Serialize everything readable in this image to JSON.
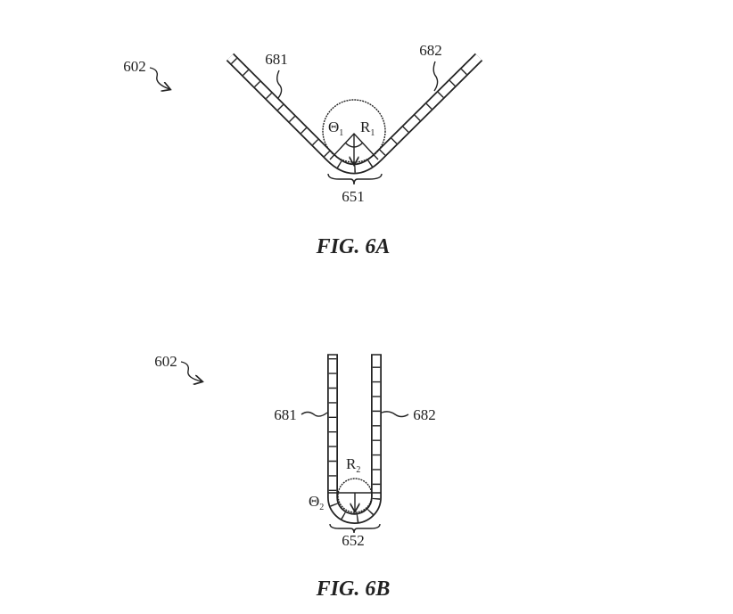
{
  "figure_a": {
    "ref": "602",
    "left_panel": "681",
    "right_panel": "682",
    "bend_region": "651",
    "angle_label": "Θ",
    "angle_sub": "1",
    "radius_label": "R",
    "radius_sub": "1",
    "caption": "FIG. 6A"
  },
  "figure_b": {
    "ref": "602",
    "left_panel": "681",
    "right_panel": "682",
    "bend_region": "652",
    "angle_label": "Θ",
    "angle_sub": "2",
    "radius_label": "R",
    "radius_sub": "2",
    "caption": "FIG. 6B"
  }
}
